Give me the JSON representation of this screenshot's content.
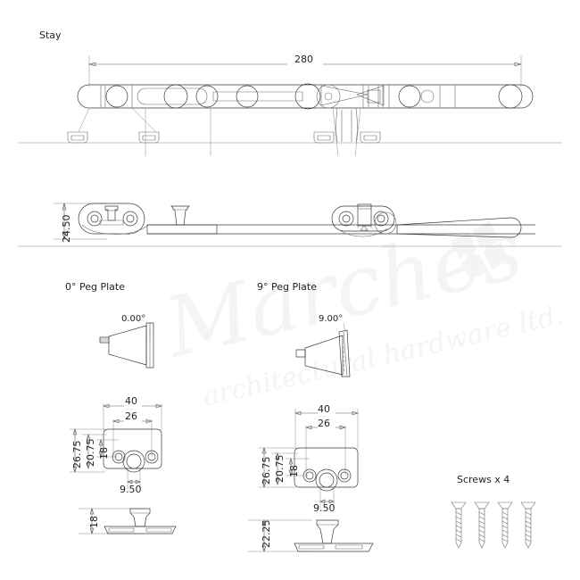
{
  "drawing": {
    "title": "Stay",
    "overall_length": "280",
    "side_height": "24.50",
    "sections": {
      "peg0_heading": "0°  Peg Plate",
      "peg9_heading": "9°  Peg Plate",
      "peg0_angle": "0.00°",
      "peg9_angle": "9.00°"
    },
    "peg0_plate": {
      "width": "40",
      "hole_centres": "26",
      "height": "26.75",
      "inner_height": "20.75",
      "hole_axis": "18",
      "peg_width": "9.50",
      "profile_height": "18"
    },
    "peg9_plate": {
      "width": "40",
      "hole_centres": "26",
      "height": "26.75",
      "inner_height": "20.75",
      "hole_axis": "18",
      "peg_width": "9.50",
      "profile_height": "22.25"
    },
    "screws_label": "Screws x 4",
    "screw_count": 4,
    "watermark": {
      "script": "Marches",
      "sub": "architectural hardware ltd.",
      "logo": "window-pane-diamond-logo"
    },
    "colors": {
      "line": "#3b3b3b",
      "dimension": "#5a5a5a",
      "text": "#231f20",
      "watermark": "#f4f4f4",
      "background": "#ffffff"
    }
  }
}
